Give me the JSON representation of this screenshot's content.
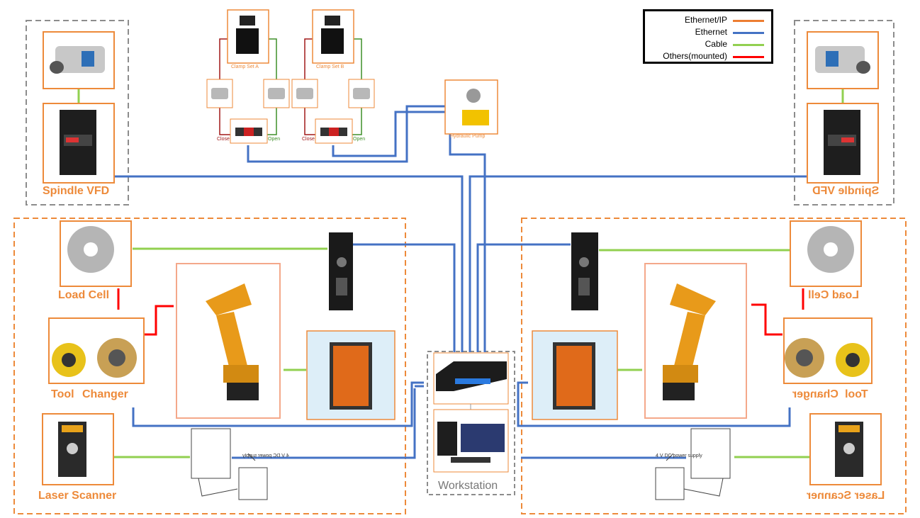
{
  "legend": {
    "items": [
      {
        "label": "Ethernet/IP",
        "color": "#ED7D31"
      },
      {
        "label": "Ethernet",
        "color": "#4472C4"
      },
      {
        "label": "Cable",
        "color": "#92D050"
      },
      {
        "label": "Others(mounted)",
        "color": "#FF0000"
      }
    ]
  },
  "labels": {
    "spindle_vfd_left": "Spindle VFD",
    "spindle_vfd_right": "Spindle VFD",
    "load_cell_left": "Load Cell",
    "load_cell_right": "Load Cell",
    "tool_changer_left_a": "Tool",
    "tool_changer_left_b": "Changer",
    "tool_changer_right_a": "Tool",
    "tool_changer_right_b": "Changer",
    "laser_scanner_left": "Laser Scanner",
    "laser_scanner_right": "Laser Scanner",
    "workstation": "Workstation",
    "clamp_set_a": "Clamp Set A",
    "clamp_set_b": "Clamp Set B",
    "hydraulic_pump": "Hydraulic Pump",
    "close_a": "Close",
    "open_a": "Open",
    "close_b": "Close",
    "open_b": "Open",
    "dc_power_left": "4 V DC power supply",
    "dc_power_right": "4 V DC power supply"
  },
  "colors": {
    "accent_orange": "#ED8A3A",
    "ethernet_blue": "#4472C4",
    "cable_green": "#92D050",
    "mounted_red": "#FF0000",
    "dashed_gray": "#8C8C8C"
  }
}
